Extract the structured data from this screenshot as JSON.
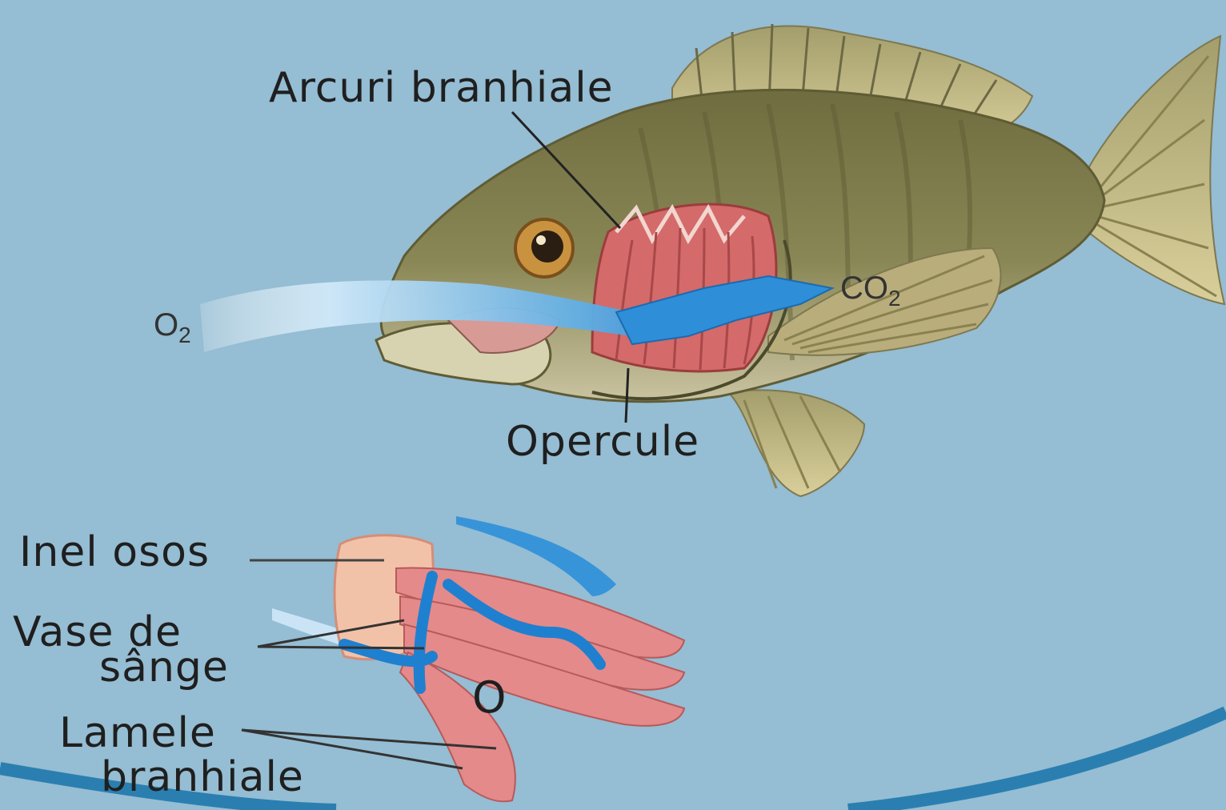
{
  "labels": {
    "gill_arches": "Arcuri branhiale",
    "operculum": "Opercule",
    "oxygen_main": "O",
    "oxygen_sub": "2",
    "co2_main": "CO",
    "co2_sub": "2",
    "bony_ring": "Inel osos",
    "blood_vessels_line1": "Vase de",
    "blood_vessels_line2": "sânge",
    "oxygen_marker": "O",
    "gill_lamellae_line1": "Lamele",
    "gill_lamellae_line2": "branhiale"
  },
  "colors": {
    "background": "#95bdd3",
    "fish_body": "#7c7a4c",
    "gill": "#d87676",
    "water_flow": "#2e8fd8",
    "frame_arc": "#2a7fb0"
  }
}
